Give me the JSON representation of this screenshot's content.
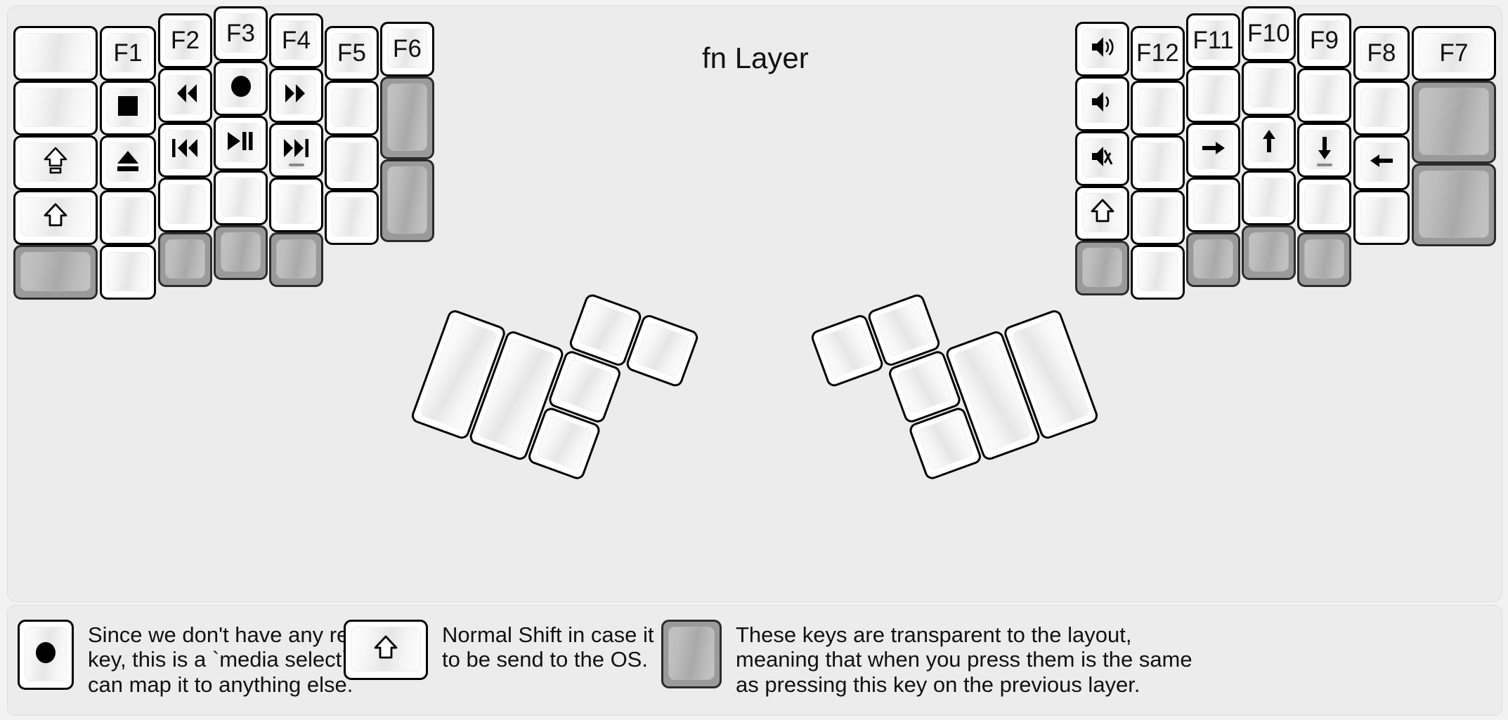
{
  "title": "fn Layer",
  "colors": {
    "background": "#f2f2f2",
    "panel": "#ececec",
    "keycap_border": "#000000",
    "keycap_face_light": "#fdfdfd",
    "keycap_face_shade": "#e6e6e6",
    "transparent_key": "#9a9a9a",
    "transparent_key_face": "#b5b5b5",
    "text": "#111111"
  },
  "legends": [
    {
      "icon": "record-dot-icon",
      "key_kind": "normal",
      "text": "Since we don't have any recording\nkey, this is a `media select` so user\ncan map it to anything else."
    },
    {
      "icon": "shift-arrow-icon",
      "key_kind": "normal",
      "text": "Normal Shift in case it needs\nto be send to the OS."
    },
    {
      "icon": "none",
      "key_kind": "transparent",
      "text": "These keys are transparent to the layout,\nmeaning that when you press them is the same\nas pressing this key on the previous layer."
    }
  ],
  "left_half": {
    "columns": [
      {
        "name": "col-1",
        "keys": [
          {
            "label": "",
            "icon": "none",
            "kind": "normal"
          },
          {
            "label": "",
            "icon": "none",
            "kind": "normal"
          },
          {
            "label": "",
            "icon": "caps-lock-icon",
            "kind": "normal"
          },
          {
            "label": "",
            "icon": "shift-arrow-icon",
            "kind": "normal"
          },
          {
            "label": "",
            "icon": "none",
            "kind": "transparent"
          }
        ]
      },
      {
        "name": "col-2",
        "keys": [
          {
            "label": "F1",
            "icon": "none",
            "kind": "normal"
          },
          {
            "label": "",
            "icon": "media-stop-icon",
            "kind": "normal"
          },
          {
            "label": "",
            "icon": "eject-icon",
            "kind": "normal"
          },
          {
            "label": "",
            "icon": "none",
            "kind": "normal"
          },
          {
            "label": "",
            "icon": "none",
            "kind": "normal"
          }
        ]
      },
      {
        "name": "col-3",
        "keys": [
          {
            "label": "F2",
            "icon": "none",
            "kind": "normal"
          },
          {
            "label": "",
            "icon": "rewind-icon",
            "kind": "normal"
          },
          {
            "label": "",
            "icon": "prev-track-icon",
            "kind": "normal"
          },
          {
            "label": "",
            "icon": "none",
            "kind": "normal"
          },
          {
            "label": "",
            "icon": "none",
            "kind": "transparent"
          }
        ]
      },
      {
        "name": "col-4",
        "keys": [
          {
            "label": "F3",
            "icon": "none",
            "kind": "normal"
          },
          {
            "label": "",
            "icon": "record-dot-icon",
            "kind": "normal"
          },
          {
            "label": "",
            "icon": "play-pause-icon",
            "kind": "normal"
          },
          {
            "label": "",
            "icon": "none",
            "kind": "normal"
          },
          {
            "label": "",
            "icon": "none",
            "kind": "transparent"
          }
        ]
      },
      {
        "name": "col-5",
        "keys": [
          {
            "label": "F4",
            "icon": "none",
            "kind": "normal"
          },
          {
            "label": "",
            "icon": "fast-forward-icon",
            "kind": "normal"
          },
          {
            "label": "",
            "icon": "next-track-icon",
            "kind": "normal",
            "homing": true
          },
          {
            "label": "",
            "icon": "none",
            "kind": "normal"
          },
          {
            "label": "",
            "icon": "none",
            "kind": "transparent"
          }
        ]
      },
      {
        "name": "col-6",
        "keys": [
          {
            "label": "F5",
            "icon": "none",
            "kind": "normal"
          },
          {
            "label": "",
            "icon": "none",
            "kind": "normal"
          },
          {
            "label": "",
            "icon": "none",
            "kind": "normal"
          },
          {
            "label": "",
            "icon": "none",
            "kind": "normal"
          }
        ]
      },
      {
        "name": "col-7",
        "keys": [
          {
            "label": "F6",
            "icon": "none",
            "kind": "normal"
          },
          {
            "label": "",
            "icon": "none",
            "kind": "transparent",
            "size": "2u"
          },
          {
            "label": "",
            "icon": "none",
            "kind": "transparent",
            "size": "2u"
          }
        ]
      }
    ],
    "thumb_cluster": [
      {
        "name": "thumb-big-1",
        "size": "2u",
        "label": "",
        "kind": "normal"
      },
      {
        "name": "thumb-big-2",
        "size": "2u",
        "label": "",
        "kind": "normal"
      },
      {
        "name": "thumb-small-1",
        "size": "1u",
        "label": "",
        "kind": "normal"
      },
      {
        "name": "thumb-small-2",
        "size": "1u",
        "label": "",
        "kind": "normal"
      },
      {
        "name": "thumb-small-3",
        "size": "1u",
        "label": "",
        "kind": "normal"
      },
      {
        "name": "thumb-small-4",
        "size": "1u",
        "label": "",
        "kind": "normal"
      }
    ]
  },
  "right_half": {
    "columns": [
      {
        "name": "col-1",
        "keys": [
          {
            "label": "F7",
            "icon": "none",
            "kind": "normal"
          },
          {
            "label": "",
            "icon": "none",
            "kind": "transparent",
            "size": "2u"
          },
          {
            "label": "",
            "icon": "none",
            "kind": "transparent",
            "size": "2u"
          }
        ]
      },
      {
        "name": "col-2",
        "keys": [
          {
            "label": "F8",
            "icon": "none",
            "kind": "normal"
          },
          {
            "label": "",
            "icon": "none",
            "kind": "normal"
          },
          {
            "label": "",
            "icon": "arrow-left-icon",
            "kind": "normal"
          },
          {
            "label": "",
            "icon": "none",
            "kind": "normal"
          }
        ]
      },
      {
        "name": "col-3",
        "keys": [
          {
            "label": "F9",
            "icon": "none",
            "kind": "normal"
          },
          {
            "label": "",
            "icon": "none",
            "kind": "normal"
          },
          {
            "label": "",
            "icon": "arrow-down-icon",
            "kind": "normal",
            "homing": true
          },
          {
            "label": "",
            "icon": "none",
            "kind": "normal"
          },
          {
            "label": "",
            "icon": "none",
            "kind": "transparent"
          }
        ]
      },
      {
        "name": "col-4",
        "keys": [
          {
            "label": "F10",
            "icon": "none",
            "kind": "normal"
          },
          {
            "label": "",
            "icon": "none",
            "kind": "normal"
          },
          {
            "label": "",
            "icon": "arrow-up-icon",
            "kind": "normal"
          },
          {
            "label": "",
            "icon": "none",
            "kind": "normal"
          },
          {
            "label": "",
            "icon": "none",
            "kind": "transparent"
          }
        ]
      },
      {
        "name": "col-5",
        "keys": [
          {
            "label": "F11",
            "icon": "none",
            "kind": "normal"
          },
          {
            "label": "",
            "icon": "none",
            "kind": "normal"
          },
          {
            "label": "",
            "icon": "arrow-right-icon",
            "kind": "normal"
          },
          {
            "label": "",
            "icon": "none",
            "kind": "normal"
          },
          {
            "label": "",
            "icon": "none",
            "kind": "transparent"
          }
        ]
      },
      {
        "name": "col-6",
        "keys": [
          {
            "label": "F12",
            "icon": "none",
            "kind": "normal"
          },
          {
            "label": "",
            "icon": "none",
            "kind": "normal"
          },
          {
            "label": "",
            "icon": "none",
            "kind": "normal"
          },
          {
            "label": "",
            "icon": "none",
            "kind": "normal"
          },
          {
            "label": "",
            "icon": "none",
            "kind": "normal"
          }
        ]
      },
      {
        "name": "col-7",
        "keys": [
          {
            "label": "",
            "icon": "volume-up-icon",
            "kind": "normal"
          },
          {
            "label": "",
            "icon": "volume-down-icon",
            "kind": "normal"
          },
          {
            "label": "",
            "icon": "volume-mute-icon",
            "kind": "normal"
          },
          {
            "label": "",
            "icon": "shift-arrow-icon",
            "kind": "normal"
          },
          {
            "label": "",
            "icon": "none",
            "kind": "transparent"
          }
        ]
      }
    ],
    "thumb_cluster": [
      {
        "name": "thumb-big-1",
        "size": "2u",
        "label": "",
        "kind": "normal"
      },
      {
        "name": "thumb-big-2",
        "size": "2u",
        "label": "",
        "kind": "normal"
      },
      {
        "name": "thumb-small-1",
        "size": "1u",
        "label": "",
        "kind": "normal"
      },
      {
        "name": "thumb-small-2",
        "size": "1u",
        "label": "",
        "kind": "normal"
      },
      {
        "name": "thumb-small-3",
        "size": "1u",
        "label": "",
        "kind": "normal"
      },
      {
        "name": "thumb-small-4",
        "size": "1u",
        "label": "",
        "kind": "normal"
      }
    ]
  }
}
